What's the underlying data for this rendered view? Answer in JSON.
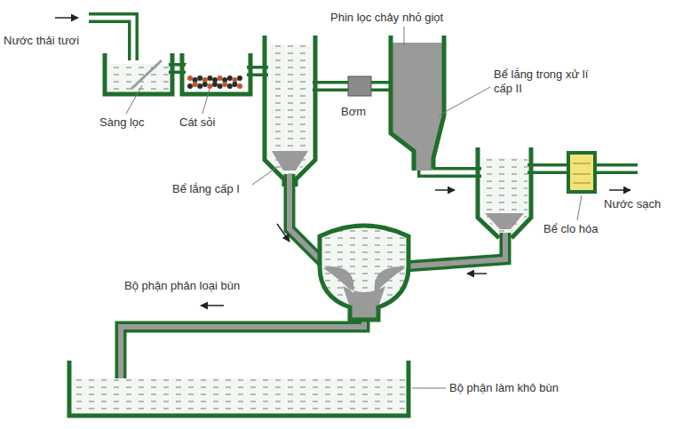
{
  "diagram": {
    "labels": [
      "Nước thải tươi",
      "Sàng lọc",
      "Cát sỏi",
      "Bể lắng cấp I",
      "Bơm",
      "Phin lọc chảy nhỏ giọt",
      "Bể lắng trong xử lí cấp II",
      "Bể clo hóa",
      "Nước sạch",
      "Bộ phận phân loại bùn",
      "Bộ phận làm khô bùn"
    ]
  }
}
